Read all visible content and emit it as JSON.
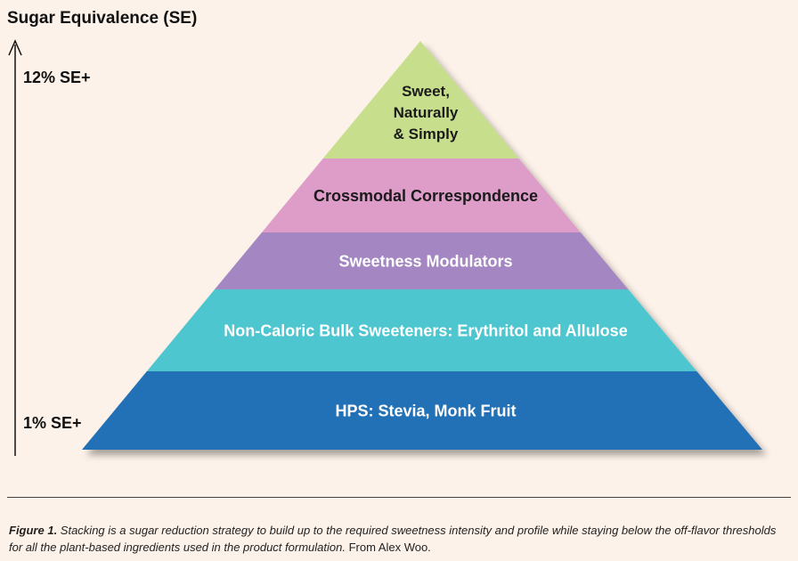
{
  "axis": {
    "title": "Sugar Equivalence (SE)",
    "top_label": "12% SE+",
    "bottom_label": "1% SE+"
  },
  "tiers": [
    {
      "lines": [
        "Sweet,",
        "Naturally",
        "& Simply"
      ],
      "color": "#c7df8c"
    },
    {
      "lines": [
        "Crossmodal Correspondence"
      ],
      "color": "#de9cc9"
    },
    {
      "lines": [
        "Sweetness Modulators"
      ],
      "color": "#a487c2",
      "text_color": "light"
    },
    {
      "lines": [
        "Non-Caloric Bulk Sweeteners: Erythritol and Allulose"
      ],
      "color": "#4ec6cf",
      "text_color": "light"
    },
    {
      "lines": [
        "HPS: Stevia, Monk Fruit"
      ],
      "color": "#2271b6",
      "text_color": "light"
    }
  ],
  "caption": {
    "label": "Figure 1.",
    "text": " Stacking is a sugar reduction strategy to build up to the required sweetness intensity and profile while staying below the off-flavor thresholds for all the plant-based ingredients used in the product formulation.",
    "credit": " From Alex Woo."
  }
}
